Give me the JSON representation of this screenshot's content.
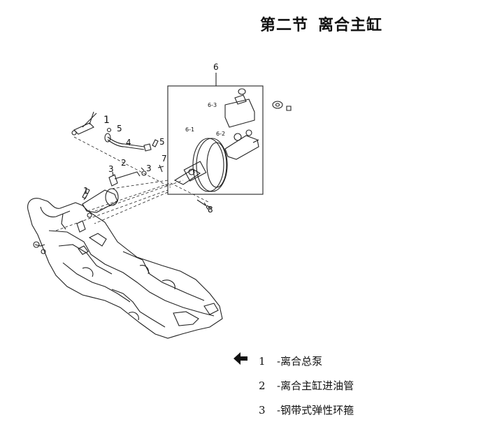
{
  "page": {
    "title_left": "第二节",
    "title_right": "离合主缸"
  },
  "callouts": {
    "c1_top": "1",
    "c5_a": "5",
    "c4": "4",
    "c5_b": "5",
    "c2": "2",
    "c3_a": "3",
    "c3_b": "3",
    "c7": "7",
    "c1_left": "1",
    "c6": "6",
    "c6_3": "6-3",
    "c6_1": "6-1",
    "c6_2": "6-2",
    "c8": "8"
  },
  "legend": {
    "items": [
      {
        "num": "1",
        "label": "-离合总泵"
      },
      {
        "num": "2",
        "label": "-离合主缸进油管"
      },
      {
        "num": "3",
        "label": "-钢带式弹性环箍"
      }
    ],
    "pointer_icon": "left-arrow-icon"
  },
  "colors": {
    "line": "#222222",
    "background": "#ffffff"
  }
}
